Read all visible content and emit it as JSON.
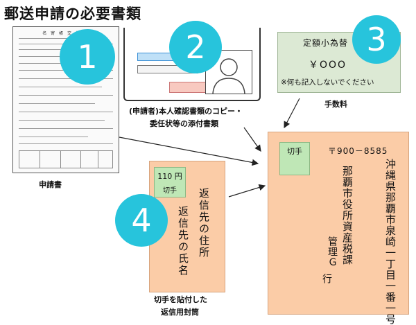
{
  "title": "郵送申請の必要書類",
  "numbers": [
    "1",
    "2",
    "3",
    "4"
  ],
  "form": {
    "header": "名 寄 帳 交 付 申",
    "caption": "申請書"
  },
  "id_doc": {
    "caption_line1": "(申請者)本人確認書類のコピー・",
    "caption_line2": "委任状等の添付書類"
  },
  "money_order": {
    "label": "定額小為替",
    "amount": "￥OOO",
    "note": "※何も記入しないでください",
    "caption": "手数料"
  },
  "return_envelope": {
    "stamp_value": "110 円",
    "stamp_label": "切手",
    "address_label": "返信先の住所",
    "name_label": "返信先の氏名",
    "caption_line1": "切手を貼付した",
    "caption_line2": "返信用封筒"
  },
  "main_envelope": {
    "stamp_label": "切手",
    "postal_code": "〒900－8585",
    "address": "沖縄県那覇市泉崎一丁目一番一号",
    "office": "那覇市役所資産税課",
    "recipient": "管理Ｇ",
    "suffix": "行"
  }
}
